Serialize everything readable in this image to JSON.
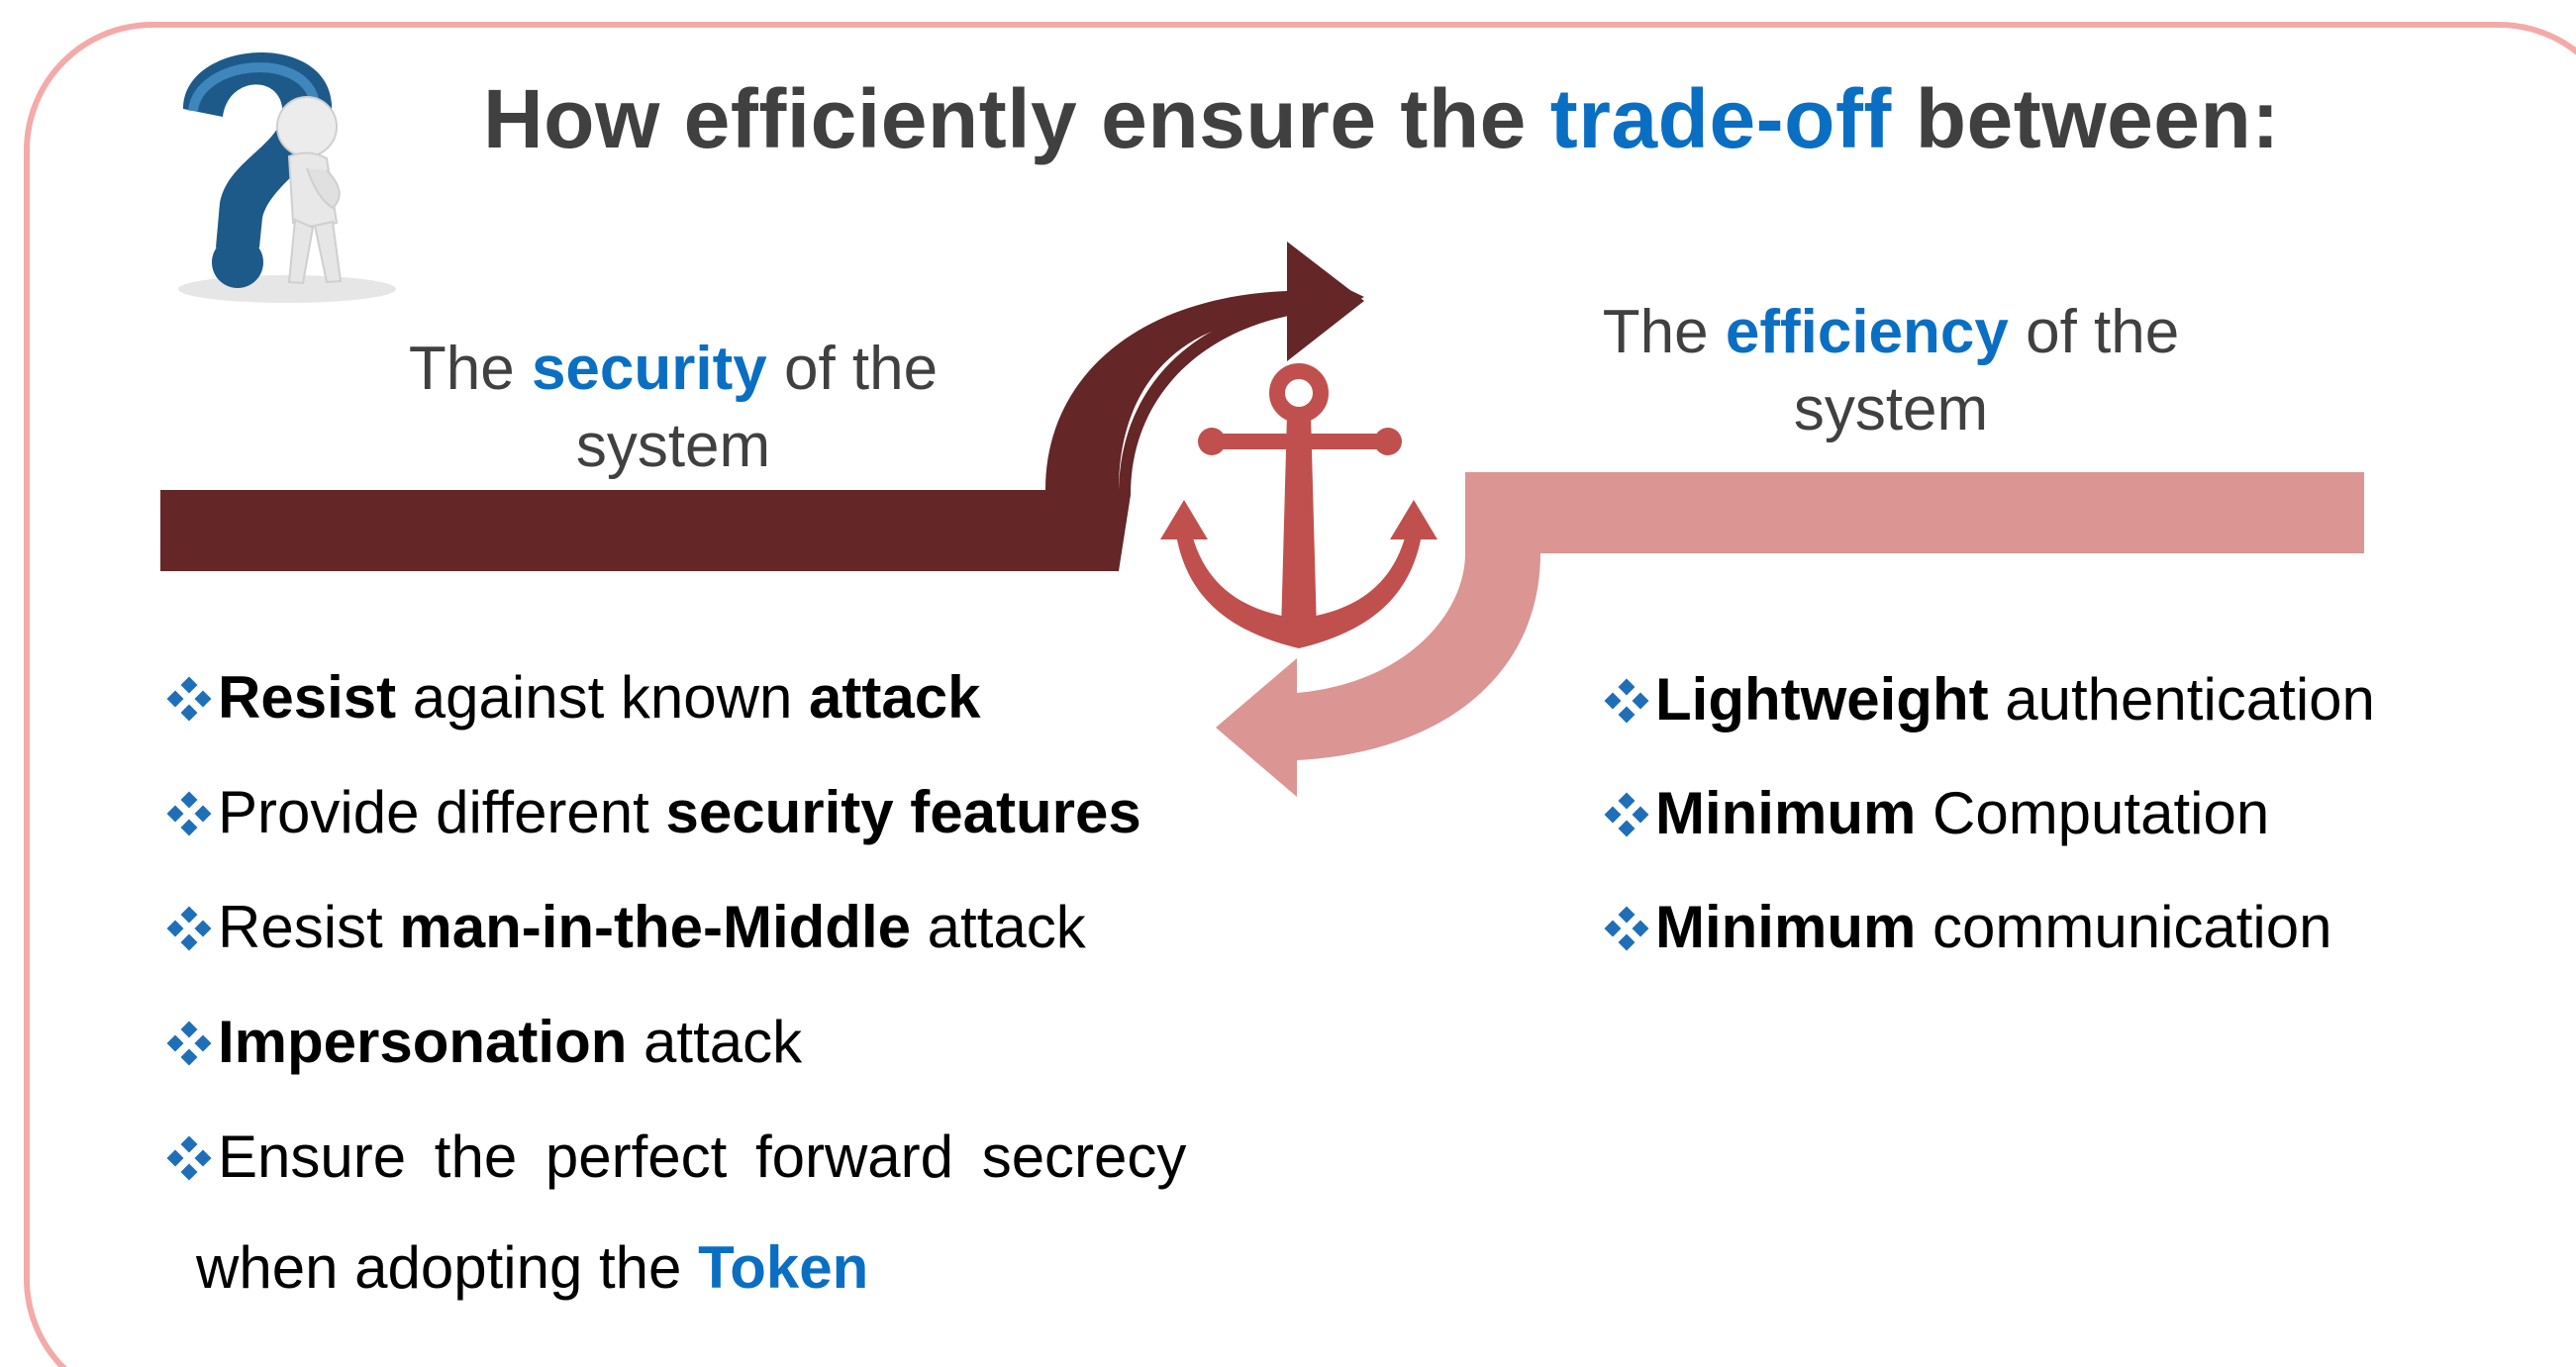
{
  "title": {
    "prefix": "How efficiently ensure the",
    "highlight": "trade-off",
    "suffix": "between:"
  },
  "security_heading": {
    "prefix": "The",
    "highlight": "security",
    "suffix": "of the",
    "line2": "system"
  },
  "efficiency_heading": {
    "prefix": "The",
    "highlight": "efficiency",
    "suffix": "of the",
    "line2": "system"
  },
  "security_items": [
    {
      "a": "Resist",
      "b": " against known ",
      "c": "attack"
    },
    {
      "a": "Provide different ",
      "b": "security features"
    },
    {
      "a": "Resist ",
      "b": "man-in-the-Middle",
      "c": " attack"
    },
    {
      "a": "Impersonation",
      "b": " attack"
    },
    {
      "a": "Ensure the perfect forward secrecy",
      "cont": "when adopting the",
      "token": "Token"
    }
  ],
  "efficiency_items": [
    {
      "a": "Lightweight",
      "b": " authentication"
    },
    {
      "a": "Minimum",
      "b": " Computation"
    },
    {
      "a": "Minimum",
      "b": " communication"
    }
  ],
  "colors": {
    "frame": "#f4aaa8",
    "dark_arrow": "#642627",
    "light_arrow": "#db9593",
    "anchor": "#c0504d",
    "accent_blue": "#0a6fc2",
    "bullet": "#1f6fb8"
  },
  "icons": {
    "question_figure": "question-mark-person-icon",
    "anchor": "anchor-icon",
    "bullet": "diamond-bullet-icon"
  }
}
